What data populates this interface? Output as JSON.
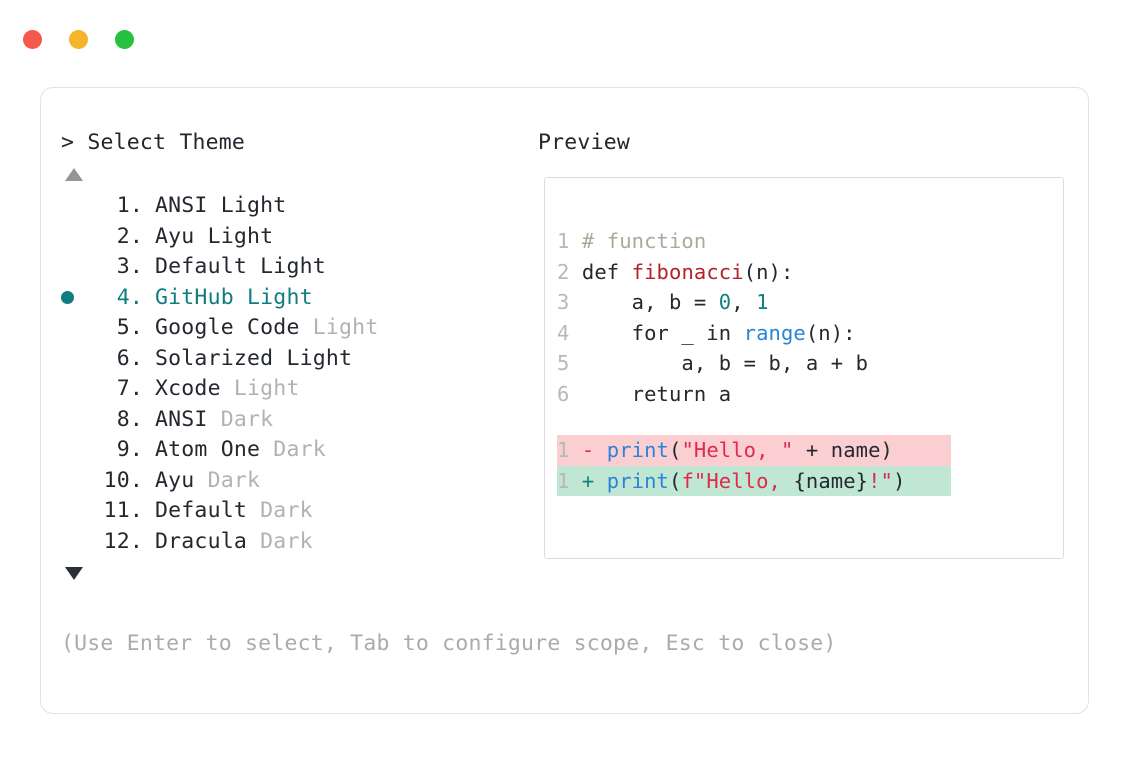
{
  "window": {
    "dots": [
      {
        "name": "close",
        "color": "#f5584f"
      },
      {
        "name": "minimize",
        "color": "#f6b428"
      },
      {
        "name": "maximize",
        "color": "#27c13f"
      }
    ]
  },
  "prompt": {
    "caret": ">",
    "title": "Select Theme",
    "scroll_up": "▲",
    "scroll_down": "▼",
    "footer_hint": "(Use Enter to select, Tab to configure scope, Esc to close)"
  },
  "theme_list": {
    "selected_index": 4,
    "bullet": "●",
    "items": [
      {
        "index": "1.",
        "name": "ANSI",
        "variant": "Light",
        "variant_muted": false,
        "selected": false
      },
      {
        "index": "2.",
        "name": "Ayu",
        "variant": "Light",
        "variant_muted": false,
        "selected": false
      },
      {
        "index": "3.",
        "name": "Default",
        "variant": "Light",
        "variant_muted": false,
        "selected": false
      },
      {
        "index": "4.",
        "name": "GitHub",
        "variant": "Light",
        "variant_muted": false,
        "selected": true
      },
      {
        "index": "5.",
        "name": "Google Code",
        "variant": "Light",
        "variant_muted": true,
        "selected": false
      },
      {
        "index": "6.",
        "name": "Solarized",
        "variant": "Light",
        "variant_muted": false,
        "selected": false
      },
      {
        "index": "7.",
        "name": "Xcode",
        "variant": "Light",
        "variant_muted": true,
        "selected": false
      },
      {
        "index": "8.",
        "name": "ANSI",
        "variant": "Dark",
        "variant_muted": true,
        "selected": false
      },
      {
        "index": "9.",
        "name": "Atom One",
        "variant": "Dark",
        "variant_muted": true,
        "selected": false
      },
      {
        "index": "10.",
        "name": "Ayu",
        "variant": "Dark",
        "variant_muted": true,
        "selected": false
      },
      {
        "index": "11.",
        "name": "Default",
        "variant": "Dark",
        "variant_muted": true,
        "selected": false
      },
      {
        "index": "12.",
        "name": "Dracula",
        "variant": "Dark",
        "variant_muted": true,
        "selected": false
      }
    ]
  },
  "preview": {
    "title": "Preview",
    "code_lines": [
      {
        "n": "1",
        "tokens": [
          {
            "t": "# function",
            "c": "comment"
          }
        ]
      },
      {
        "n": "2",
        "tokens": [
          {
            "t": "def ",
            "c": "keyword"
          },
          {
            "t": "fibonacci",
            "c": "func"
          },
          {
            "t": "(n):",
            "c": "plain"
          }
        ]
      },
      {
        "n": "3",
        "tokens": [
          {
            "t": "    a, b = ",
            "c": "plain"
          },
          {
            "t": "0",
            "c": "number"
          },
          {
            "t": ", ",
            "c": "plain"
          },
          {
            "t": "1",
            "c": "number"
          }
        ]
      },
      {
        "n": "4",
        "tokens": [
          {
            "t": "    for _ in ",
            "c": "plain"
          },
          {
            "t": "range",
            "c": "builtin"
          },
          {
            "t": "(n):",
            "c": "plain"
          }
        ]
      },
      {
        "n": "5",
        "tokens": [
          {
            "t": "        a, b = b, a + b",
            "c": "plain"
          }
        ]
      },
      {
        "n": "6",
        "tokens": [
          {
            "t": "    return a",
            "c": "plain"
          }
        ]
      }
    ],
    "diff_lines": [
      {
        "n": "1",
        "kind": "del",
        "sign": "-",
        "tokens": [
          {
            "t": "print",
            "c": "builtin"
          },
          {
            "t": "(",
            "c": "plain"
          },
          {
            "t": "\"Hello, \"",
            "c": "string"
          },
          {
            "t": " + name)",
            "c": "plain"
          }
        ]
      },
      {
        "n": "1",
        "kind": "add",
        "sign": "+",
        "tokens": [
          {
            "t": "print",
            "c": "builtin"
          },
          {
            "t": "(",
            "c": "plain"
          },
          {
            "t": "f\"Hello, ",
            "c": "string"
          },
          {
            "t": "{name}",
            "c": "plain"
          },
          {
            "t": "!\"",
            "c": "string"
          },
          {
            "t": ")",
            "c": "plain"
          }
        ]
      }
    ]
  },
  "colors": {
    "accent_teal": "#0f7d80",
    "diff_del_bg": "#fbcfd2",
    "diff_add_bg": "#bfe7d4",
    "string": "#e0294b",
    "builtin": "#2b84d6",
    "func": "#b3222a"
  }
}
